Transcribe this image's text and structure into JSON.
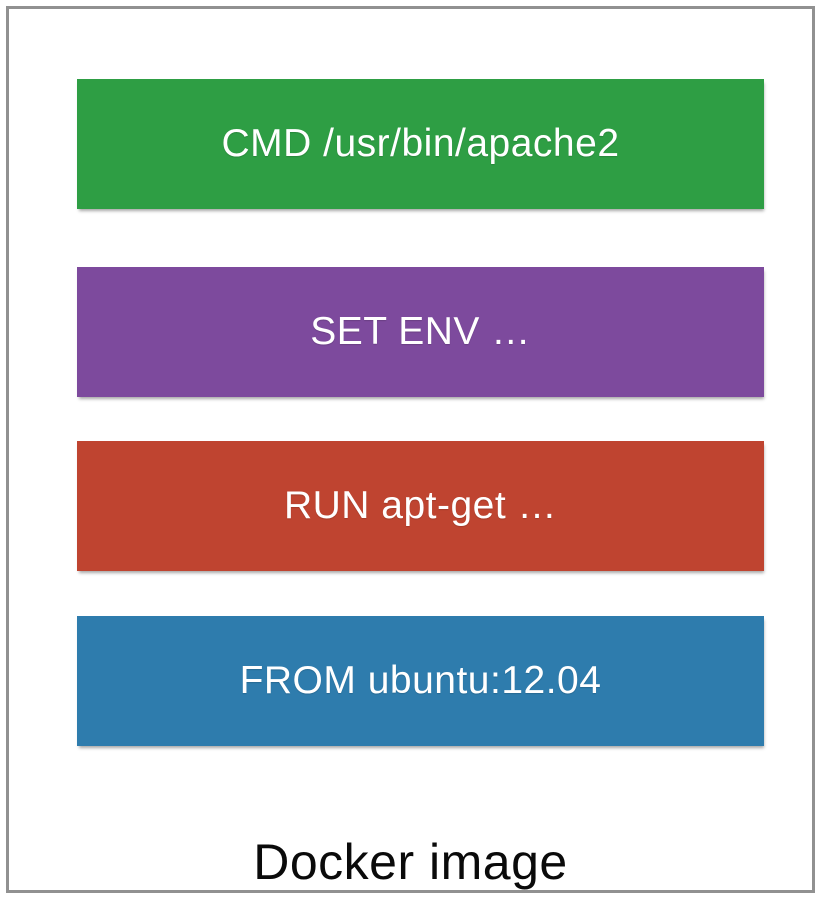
{
  "diagram": {
    "caption": "Docker image",
    "frame_border_color": "#919191",
    "background_color": "#ffffff",
    "text_color_on_layers": "#ffffff",
    "caption_color": "#0a0a0a",
    "layers": [
      {
        "id": "cmd",
        "label": "CMD /usr/bin/apache2",
        "color": "#2e9e44"
      },
      {
        "id": "env",
        "label": "SET ENV …",
        "color": "#7d4a9d"
      },
      {
        "id": "run",
        "label": "RUN apt-get …",
        "color": "#bf4430"
      },
      {
        "id": "from",
        "label": "FROM ubuntu:12.04",
        "color": "#2e7cad"
      }
    ]
  }
}
